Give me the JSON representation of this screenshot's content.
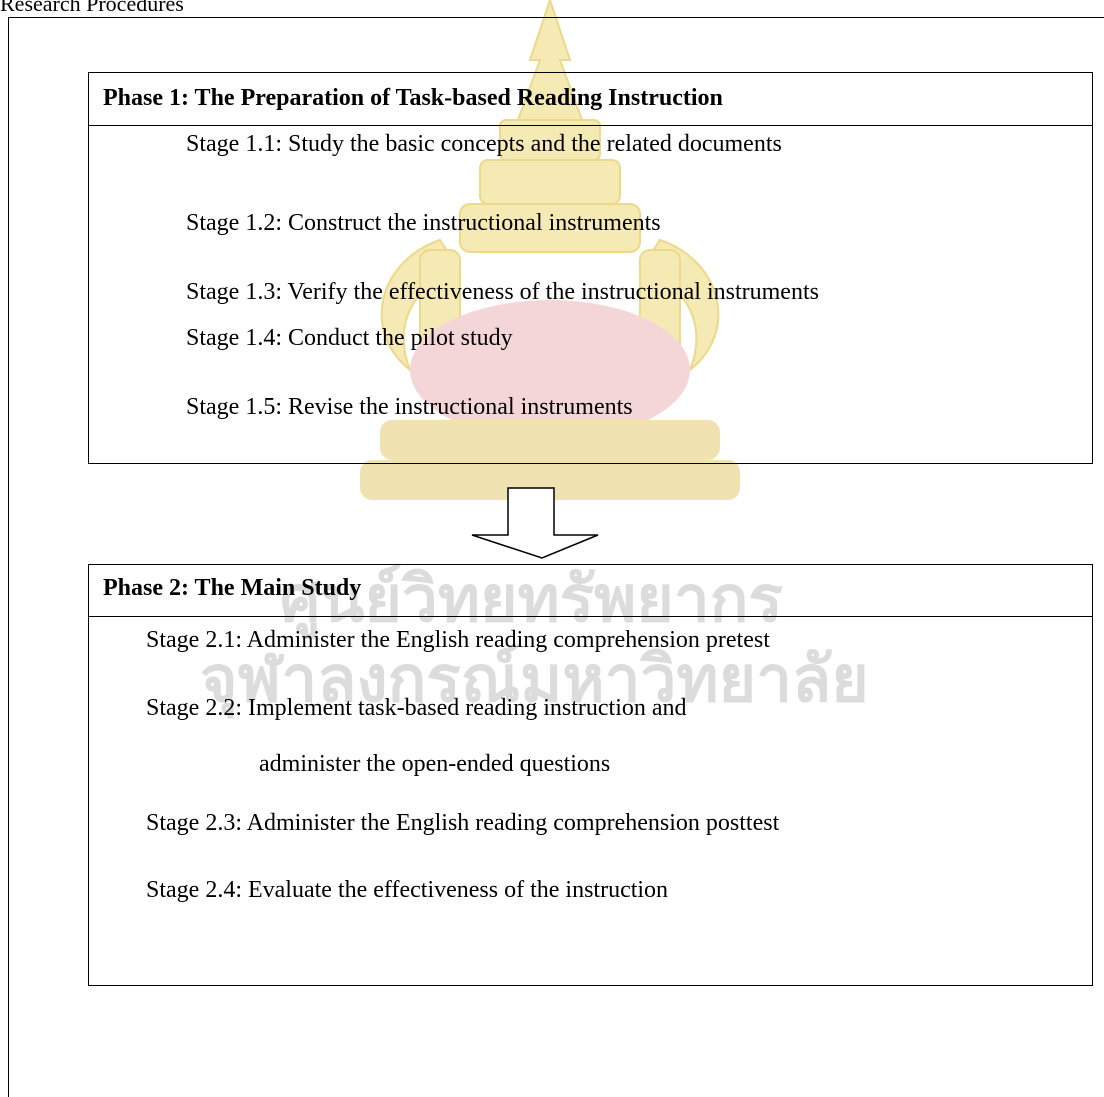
{
  "heading": "Research Procedures",
  "watermark": {
    "thai_text_line1": "ศูนย์วิทยทรัพยากร",
    "thai_text_line2": "จุฬาลงกรณ์มหาวิทยาลัย",
    "colors": {
      "emblem": "#f3e6a6",
      "emblem_base": "#f3d3d6",
      "text": "#d9d9d9"
    }
  },
  "phase1": {
    "title": "Phase 1: The Preparation of Task-based Reading Instruction",
    "stages": [
      "Stage 1.1: Study the basic concepts and the related documents",
      "Stage 1.2: Construct the instructional instruments",
      "Stage 1.3: Verify the effectiveness of the instructional instruments",
      "Stage 1.4: Conduct the pilot study",
      "Stage 1.5: Revise the instructional instruments"
    ]
  },
  "arrow": {
    "icon": "down-arrow-icon"
  },
  "phase2": {
    "title": "Phase 2: The Main Study",
    "stages": [
      "Stage 2.1: Administer the English reading comprehension pretest",
      "Stage 2.2: Implement task-based reading instruction and",
      "administer the open-ended questions",
      "Stage 2.3: Administer the English reading comprehension posttest",
      "Stage 2.4: Evaluate the  effectiveness of the instruction"
    ]
  }
}
